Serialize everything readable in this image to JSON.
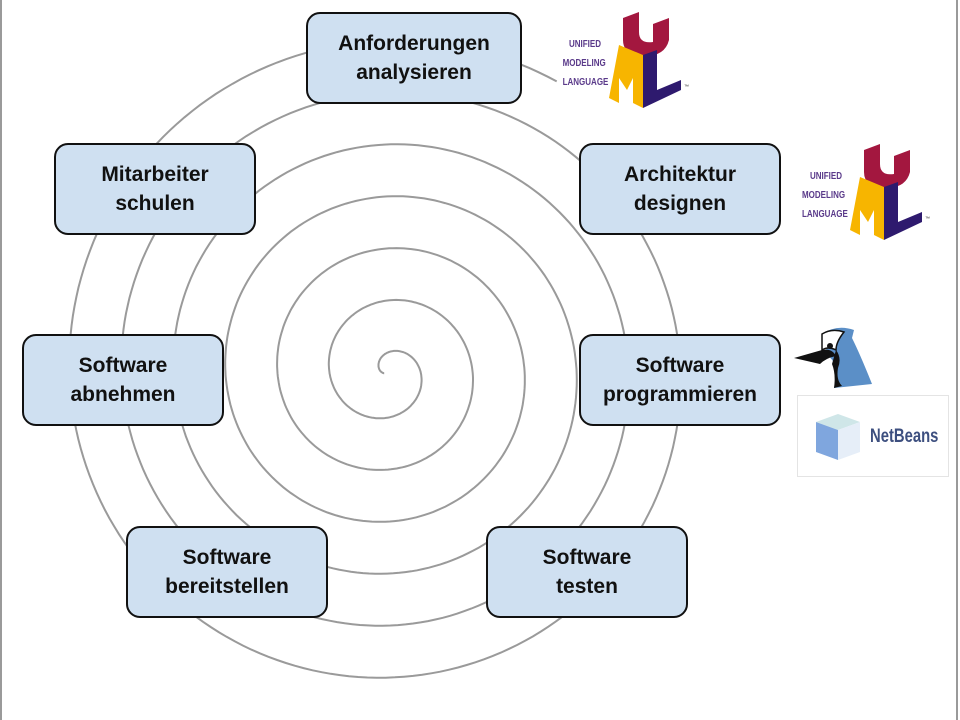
{
  "steps": [
    {
      "line1": "Anforderungen",
      "line2": "analysieren"
    },
    {
      "line1": "Architektur",
      "line2": "designen"
    },
    {
      "line1": "Software",
      "line2": "programmieren"
    },
    {
      "line1": "Software",
      "line2": "testen"
    },
    {
      "line1": "Software",
      "line2": "bereitstellen"
    },
    {
      "line1": "Software",
      "line2": "abnehmen"
    },
    {
      "line1": "Mitarbeiter",
      "line2": "schulen"
    }
  ],
  "logos": {
    "uml": {
      "line1": "UNIFIED",
      "line2": "MODELING",
      "line3": "LANGUAGE",
      "tm": "™"
    },
    "netbeans": "NetBeans"
  },
  "colors": {
    "box_fill": "#cfe0f1",
    "spiral": "#9a9a9a",
    "uml_red": "#a3173f",
    "uml_yellow": "#f7b500",
    "uml_purple": "#2e1a6e"
  }
}
